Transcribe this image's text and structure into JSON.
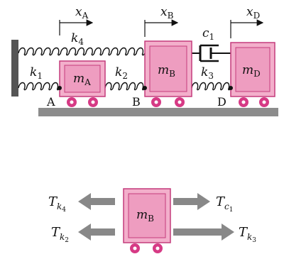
{
  "colors": {
    "mass_fill": "#F3AFCB",
    "mass_inner": "#EE9DC0",
    "mass_stroke": "#C43C7C",
    "wheel": "#D63A85",
    "ground": "#8C8C8C",
    "wall": "#555555",
    "force_arrow": "#888888",
    "line": "#111111"
  },
  "system": {
    "masses": [
      {
        "id": "A",
        "symbol": "m",
        "sub": "A"
      },
      {
        "id": "B",
        "symbol": "m",
        "sub": "B"
      },
      {
        "id": "D",
        "symbol": "m",
        "sub": "D"
      }
    ],
    "springs": [
      {
        "symbol": "k",
        "sub": "1"
      },
      {
        "symbol": "k",
        "sub": "2"
      },
      {
        "symbol": "k",
        "sub": "3"
      },
      {
        "symbol": "k",
        "sub": "4"
      }
    ],
    "damper": {
      "symbol": "c",
      "sub": "1"
    },
    "displacements": [
      {
        "symbol": "x",
        "sub": "A"
      },
      {
        "symbol": "x",
        "sub": "B"
      },
      {
        "symbol": "x",
        "sub": "D"
      }
    ],
    "points": [
      "A",
      "B",
      "D"
    ]
  },
  "free_body": {
    "mass": {
      "symbol": "m",
      "sub": "B"
    },
    "forces": [
      {
        "symbol": "T",
        "sub": "k",
        "subsub": "4",
        "direction": "left"
      },
      {
        "symbol": "T",
        "sub": "c",
        "subsub": "1",
        "direction": "right"
      },
      {
        "symbol": "T",
        "sub": "k",
        "subsub": "2",
        "direction": "left"
      },
      {
        "symbol": "T",
        "sub": "k",
        "subsub": "3",
        "direction": "right"
      }
    ]
  }
}
